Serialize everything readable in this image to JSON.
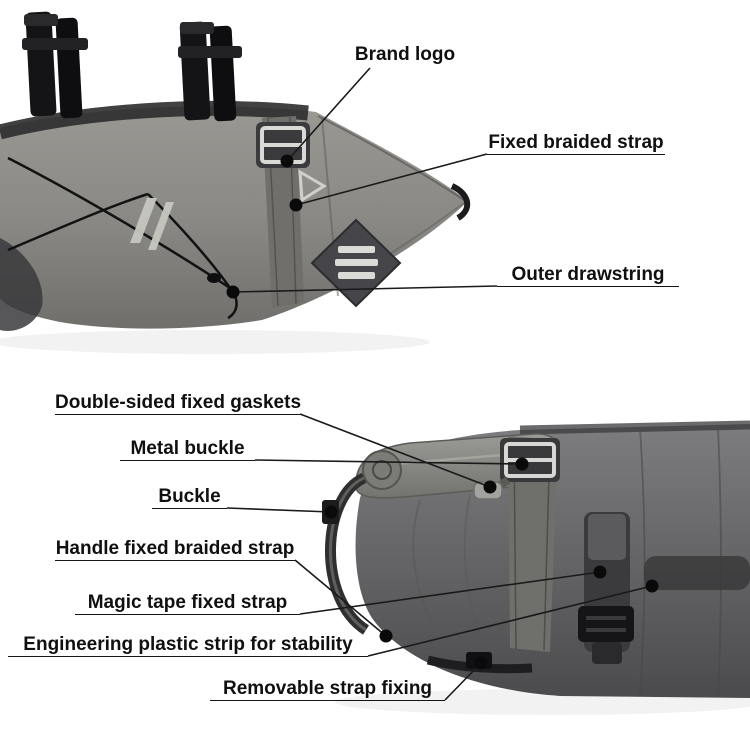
{
  "figure": {
    "description_type": "product-feature-annotation",
    "background": "#ffffff",
    "colors": {
      "label_text": "#101010",
      "leader_line": "#1a1a1a",
      "callout_dot": "#0a0a0a",
      "bag_grey": "#8a8985",
      "bag_dark_grey": "#4b4b4e",
      "strap_black": "#151517",
      "metal_buckle": "#d8d8d6",
      "reflective_patch_bars": "#dadad7"
    },
    "sections": {
      "top": {
        "callouts": [
          {
            "label": "Brand logo"
          },
          {
            "label": "Fixed braided strap"
          },
          {
            "label": "Outer drawstring"
          }
        ]
      },
      "bottom": {
        "callouts": [
          {
            "label": "Double-sided fixed gaskets"
          },
          {
            "label": "Metal buckle"
          },
          {
            "label": "Buckle"
          },
          {
            "label": "Handle fixed braided strap"
          },
          {
            "label": "Magic tape fixed strap"
          },
          {
            "label": "Engineering plastic strip for stability"
          },
          {
            "label": "Removable strap fixing"
          }
        ]
      }
    }
  }
}
